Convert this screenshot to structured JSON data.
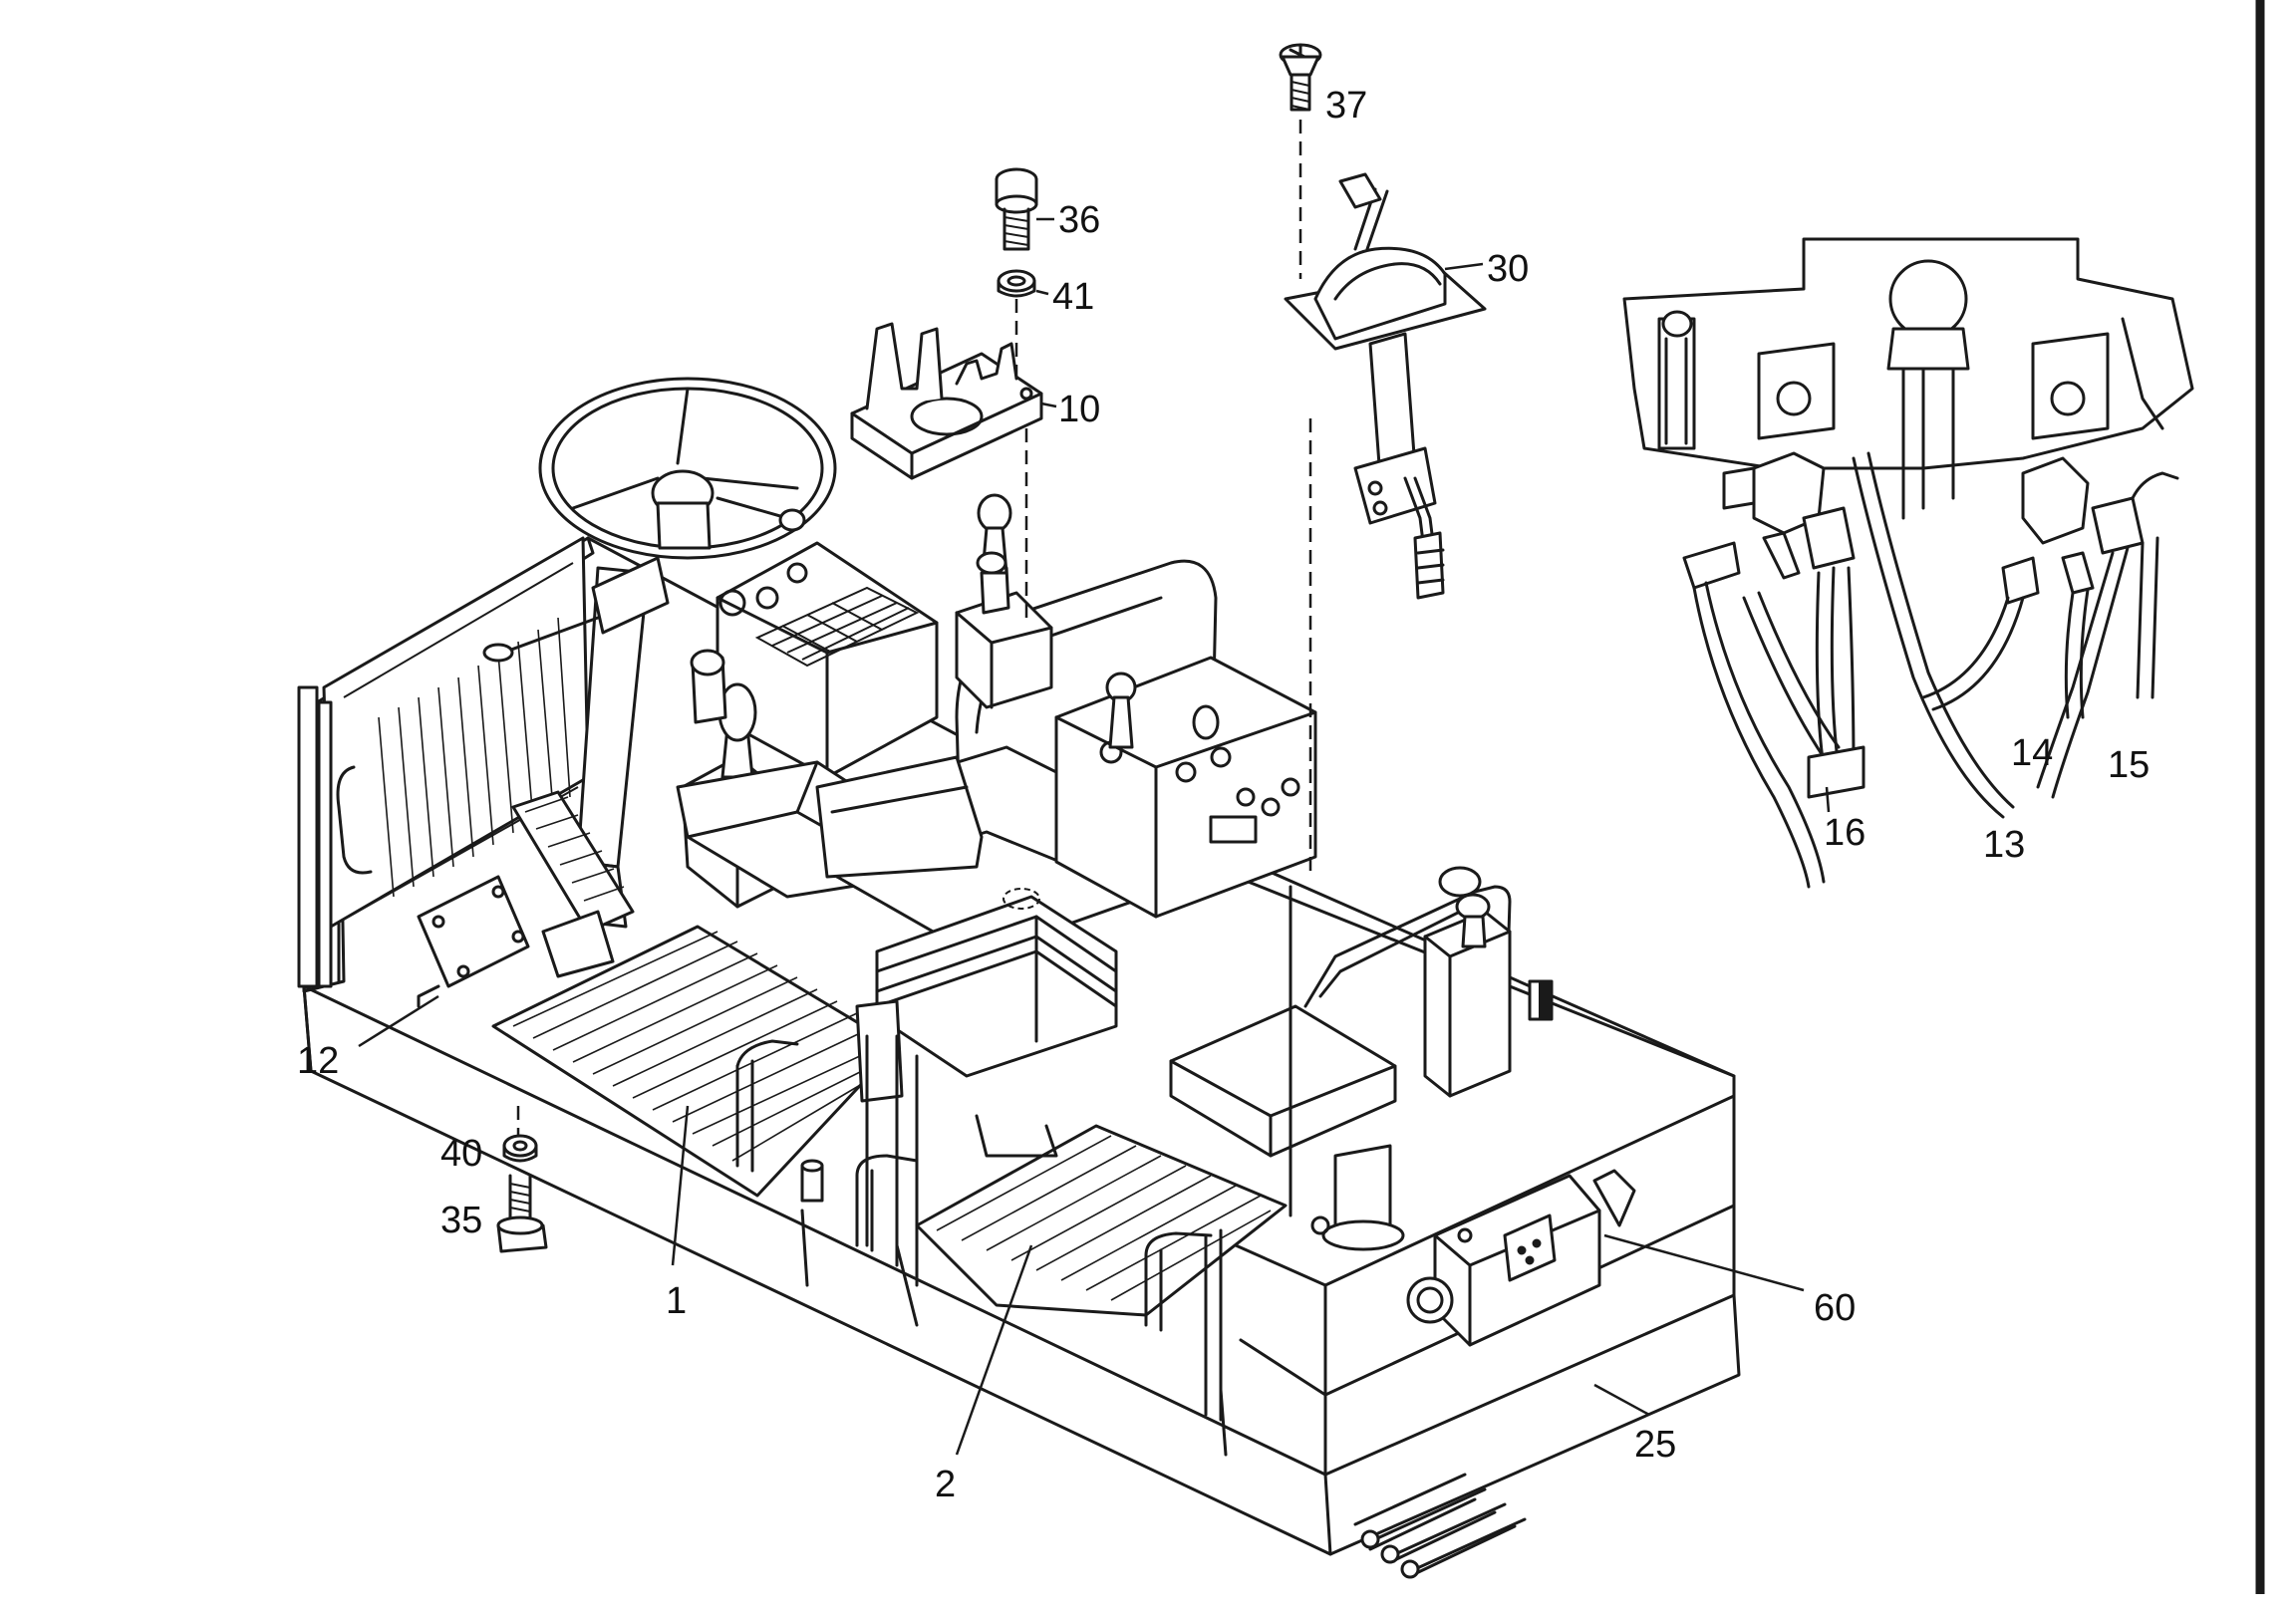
{
  "callouts": {
    "c37": "37",
    "c36": "36",
    "c41": "41",
    "c10": "10",
    "c30": "30",
    "c16": "16",
    "c13": "13",
    "c14": "14",
    "c15": "15",
    "c12": "12",
    "c40": "40",
    "c35": "35",
    "c1": "1",
    "c2": "2",
    "c60": "60",
    "c25": "25"
  },
  "colors": {
    "line": "#1a1a1a",
    "background": "#ffffff"
  }
}
